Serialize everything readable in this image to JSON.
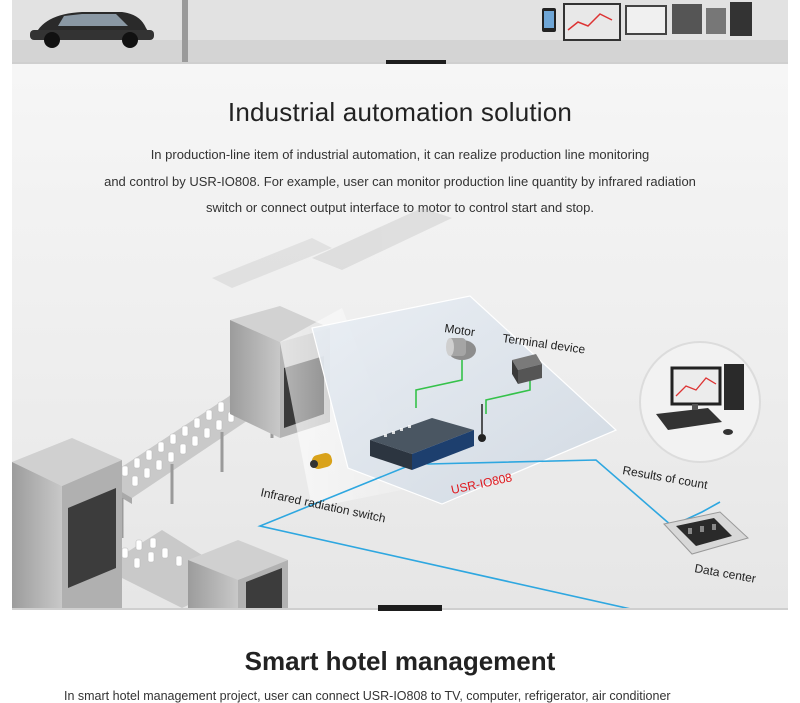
{
  "automation": {
    "title": "Industrial automation solution",
    "description_lines": [
      "In production-line item of industrial automation, it can realize production line monitoring",
      "and control by USR-IO808. For example, user can monitor production line quantity by infrared radiation",
      "switch or connect output interface to motor to control start and stop."
    ],
    "diagram": {
      "motor_label": "Motor",
      "terminal_label": "Terminal device",
      "infrared_label": "Infrared radiation switch",
      "device_label": "USR-IO808",
      "results_label": "Results of count",
      "datacenter_label": "Data center"
    },
    "colors": {
      "device_label": "#e0161b",
      "network_line": "#2ea7e0",
      "io_line": "#35c24a"
    }
  },
  "hotel": {
    "title": "Smart hotel management",
    "partial_line": "In smart hotel management project, user can connect USR-IO808 to TV, computer, refrigerator, air conditioner"
  }
}
